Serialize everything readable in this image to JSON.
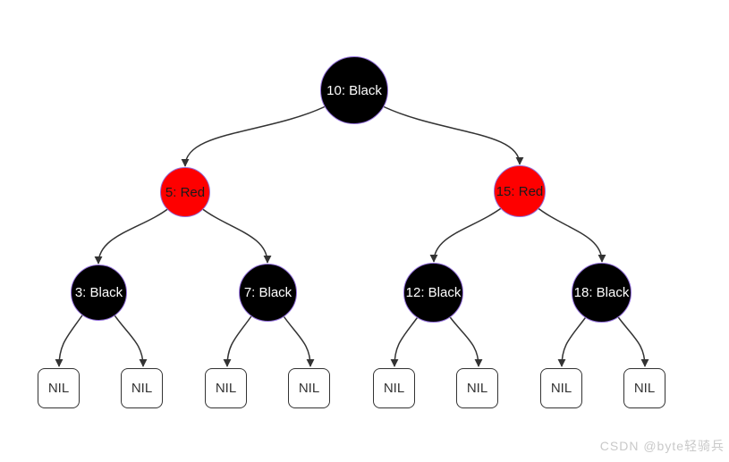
{
  "diagram": {
    "kind": "red-black-tree",
    "nodes": [
      {
        "id": "10",
        "label": "10: Black",
        "color": "black"
      },
      {
        "id": "5",
        "label": "5: Red",
        "color": "red"
      },
      {
        "id": "15",
        "label": "15: Red",
        "color": "red"
      },
      {
        "id": "3",
        "label": "3: Black",
        "color": "black"
      },
      {
        "id": "7",
        "label": "7: Black",
        "color": "black"
      },
      {
        "id": "12",
        "label": "12: Black",
        "color": "black"
      },
      {
        "id": "18",
        "label": "18: Black",
        "color": "black"
      }
    ],
    "nil_label": "NIL",
    "nil_count": 8,
    "edges": [
      {
        "from": "10",
        "to": "5"
      },
      {
        "from": "10",
        "to": "15"
      },
      {
        "from": "5",
        "to": "3"
      },
      {
        "from": "5",
        "to": "7"
      },
      {
        "from": "15",
        "to": "12"
      },
      {
        "from": "15",
        "to": "18"
      },
      {
        "from": "3",
        "to": "nil1"
      },
      {
        "from": "3",
        "to": "nil2"
      },
      {
        "from": "7",
        "to": "nil3"
      },
      {
        "from": "7",
        "to": "nil4"
      },
      {
        "from": "12",
        "to": "nil5"
      },
      {
        "from": "12",
        "to": "nil6"
      },
      {
        "from": "18",
        "to": "nil7"
      },
      {
        "from": "18",
        "to": "nil8"
      }
    ],
    "colors": {
      "background": "#ffffff",
      "black_node_fill": "#000000",
      "black_node_text": "#ffffff",
      "red_node_fill": "#fe0000",
      "red_node_text": "#1a1a1a",
      "node_border": "#9370db",
      "edge": "#333333",
      "nil_border": "#333333",
      "nil_text": "#333333",
      "watermark": "#c9c9c9"
    }
  },
  "watermark": "CSDN @byte轻骑兵"
}
